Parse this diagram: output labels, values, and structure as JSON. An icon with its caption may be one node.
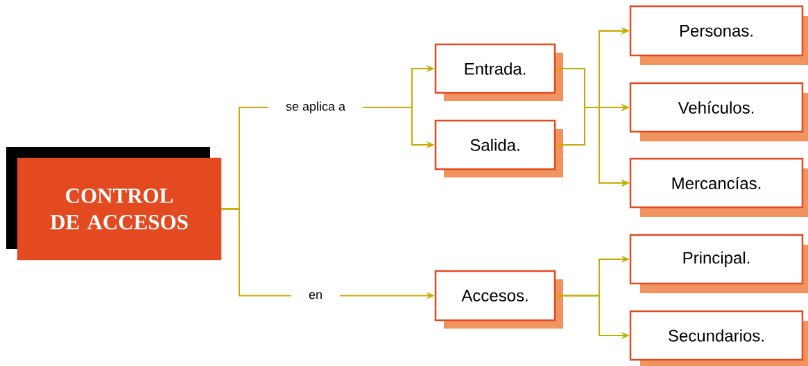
{
  "diagram": {
    "nodes": [
      {
        "text": [
          "CONTROL DE ACCESOS"
        ]
      },
      {
        "text": [
          "Entrada."
        ]
      },
      {
        "text": [
          "Salida."
        ]
      },
      {
        "text": [
          "Personas."
        ]
      },
      {
        "text": [
          "Vehículos."
        ]
      },
      {
        "text": [
          "Mercancías."
        ]
      },
      {
        "text": [
          "Accesos."
        ]
      },
      {
        "text": [
          "Principal."
        ]
      },
      {
        "text": [
          "Secundarios."
        ]
      }
    ],
    "edges": [
      {
        "from": 0,
        "to": 1,
        "arrow": "to",
        "label": "se aplica a"
      },
      {
        "from": 0,
        "to": 2,
        "arrow": "to"
      },
      {
        "from": 0,
        "to": 6,
        "arrow": "to",
        "label": "en"
      },
      {
        "from": 1,
        "to": 3,
        "arrow": "to"
      },
      {
        "from": 1,
        "to": 4,
        "arrow": "to"
      },
      {
        "from": 1,
        "to": 5,
        "arrow": "to"
      },
      {
        "from": 2,
        "to": 3,
        "arrow": "to"
      },
      {
        "from": 2,
        "to": 4,
        "arrow": "to"
      },
      {
        "from": 2,
        "to": 5,
        "arrow": "to"
      },
      {
        "from": 6,
        "to": 7,
        "arrow": "to"
      },
      {
        "from": 6,
        "to": 8,
        "arrow": "to"
      }
    ]
  }
}
